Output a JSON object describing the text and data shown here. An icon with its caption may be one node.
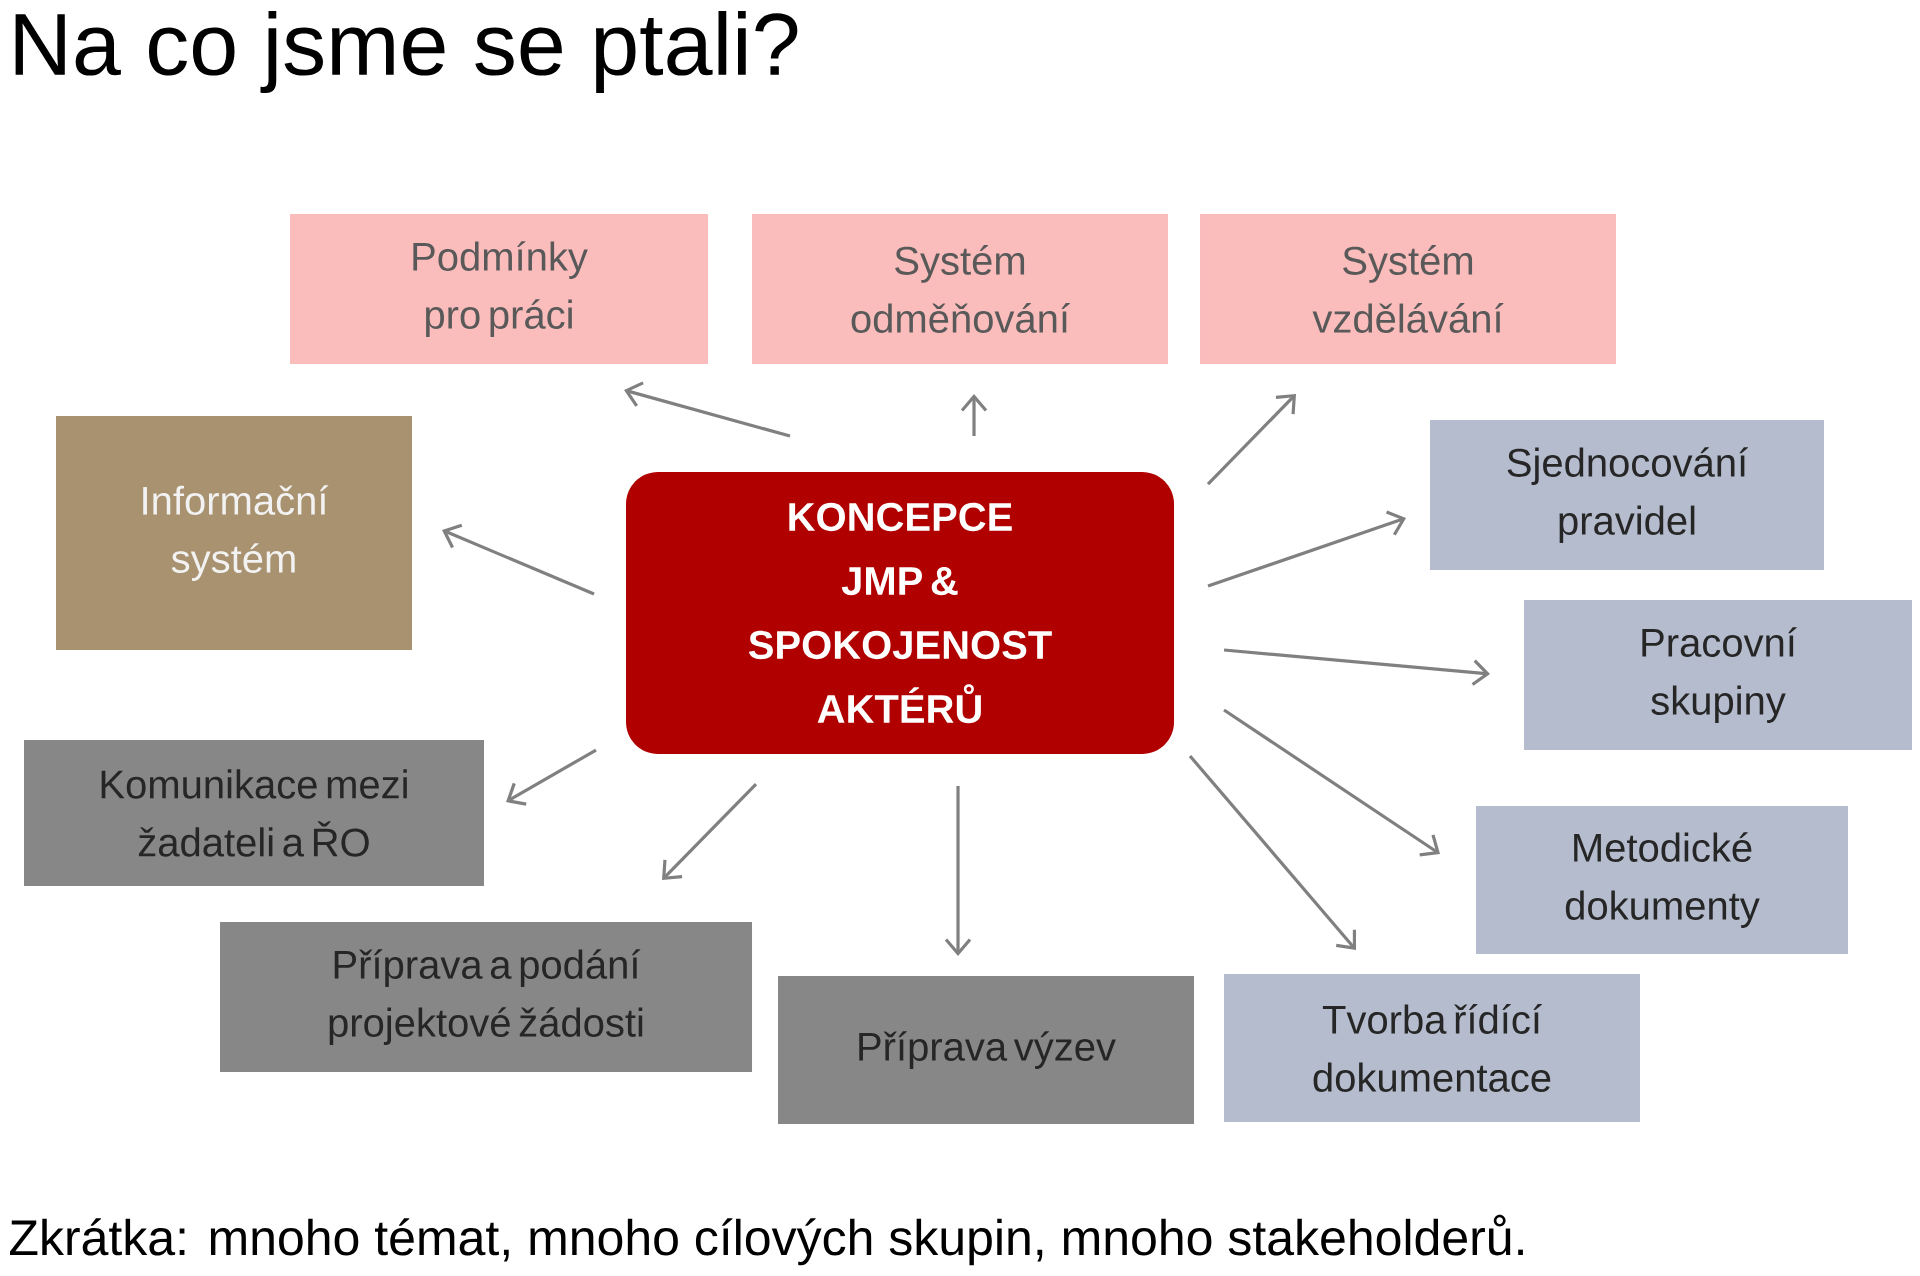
{
  "diagram": {
    "title": "Na co jsme se ptali?",
    "caption": "Zkrátka: mnoho témat, mnoho cílových skupin, mnoho stakeholderů.",
    "nodes": [
      {
        "text": [
          "KONCEPCE JMP & SPOKOJENOST AKTÉRŮ"
        ]
      },
      {
        "text": [
          "Podmínky pro práci"
        ]
      },
      {
        "text": [
          "Systém odměňování"
        ]
      },
      {
        "text": [
          "Systém vzdělávání"
        ]
      },
      {
        "text": [
          "Informační systém"
        ]
      },
      {
        "text": [
          "Komunikace mezi žadateli a ŘO"
        ]
      },
      {
        "text": [
          "Příprava a podání projektové žádosti"
        ]
      },
      {
        "text": [
          "Příprava výzev"
        ]
      },
      {
        "text": [
          "Tvorba řídící dokumentace"
        ]
      },
      {
        "text": [
          "Metodické dokumenty"
        ]
      },
      {
        "text": [
          "Pracovní skupiny"
        ]
      },
      {
        "text": [
          "Sjednocování pravidel"
        ]
      }
    ],
    "edges": [
      {
        "from": 0,
        "to": 1,
        "arrow": "to"
      },
      {
        "from": 0,
        "to": 2,
        "arrow": "to"
      },
      {
        "from": 0,
        "to": 3,
        "arrow": "to"
      },
      {
        "from": 0,
        "to": 11,
        "arrow": "to"
      },
      {
        "from": 0,
        "to": 10,
        "arrow": "to"
      },
      {
        "from": 0,
        "to": 9,
        "arrow": "to"
      },
      {
        "from": 0,
        "to": 8,
        "arrow": "to"
      },
      {
        "from": 0,
        "to": 7,
        "arrow": "to"
      },
      {
        "from": 0,
        "to": 6,
        "arrow": "to"
      },
      {
        "from": 0,
        "to": 5,
        "arrow": "to"
      },
      {
        "from": 0,
        "to": 4,
        "arrow": "to"
      }
    ]
  }
}
